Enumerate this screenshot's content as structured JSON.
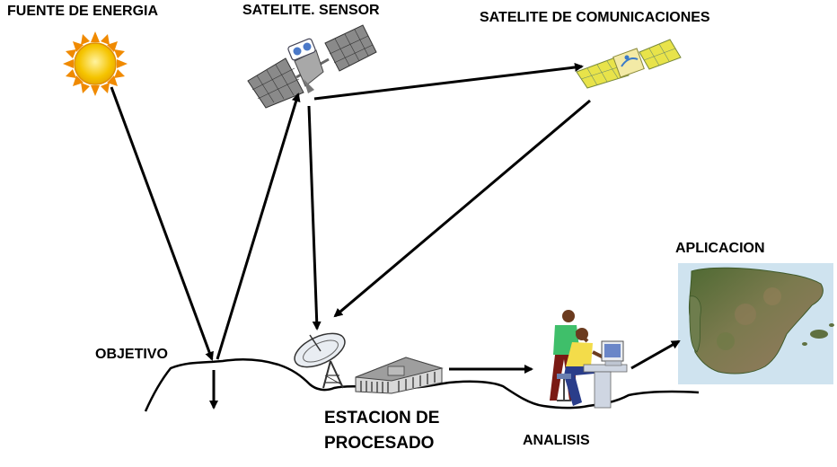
{
  "labels": {
    "energy_source": "FUENTE DE ENERGIA",
    "sensor_satellite": "SATELITE. SENSOR",
    "comm_satellite": "SATELITE  DE COMUNICACIONES",
    "objective": "OBJETIVO",
    "processing_station_line1": "ESTACION DE",
    "processing_station_line2": "PROCESADO",
    "analysis": "ANALISIS",
    "application": "APLICACION"
  },
  "colors": {
    "sun": "#f5c400",
    "sun_rays": "#f08a00",
    "solar_panel_gray": "#8a8a8a",
    "solar_panel_yellow": "#e8e34a",
    "arrow": "#000000",
    "map_land": "#5b6e3a",
    "map_sea": "#cfe3ef"
  },
  "icons": [
    "sun-icon",
    "sensor-satellite-icon",
    "comm-satellite-icon",
    "satellite-dish-icon",
    "processing-building-icon",
    "analysts-computer-icon",
    "spain-satellite-map"
  ]
}
